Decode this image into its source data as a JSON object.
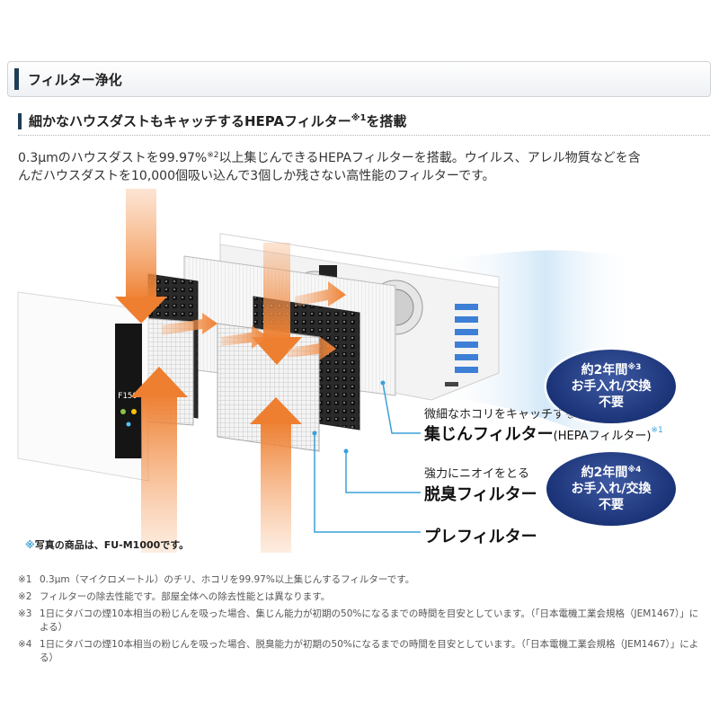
{
  "section": {
    "title": "フィルター浄化"
  },
  "heading": {
    "text": "細かなハウスダストもキャッチするHEPAフィルター",
    "sup": "※1",
    "suffix": "を搭載"
  },
  "intro": {
    "line1a": "0.3μmのハウスダストを99.97%",
    "line1sup": "※2",
    "line1b": "以上集じんできるHEPAフィルターを搭載。ウイルス、アレル物質などを含",
    "line2": "んだハウスダストを10,000個吸い込んで3個しか残さない高性能のフィルターです。"
  },
  "labels": {
    "hepa_small": "微細なホコリをキャッチする",
    "hepa_big": "集じんフィルター",
    "hepa_paren": "(HEPAフィルター)",
    "hepa_sup": "※1",
    "deo_small": "強力にニオイをとる",
    "deo_big": "脱臭フィルター",
    "pre_big": "プレフィルター"
  },
  "bubbles": [
    {
      "line1": "約2年間",
      "sup": "※3",
      "line2": "お手入れ/交換",
      "line3": "不要"
    },
    {
      "line1": "約2年間",
      "sup": "※4",
      "line2": "お手入れ/交換",
      "line3": "不要"
    }
  ],
  "photo_note": {
    "mark": "※",
    "text": "写真の商品は、FU-M1000です。"
  },
  "device": {
    "display": "F150"
  },
  "notes": [
    {
      "key": "※1",
      "text": "0.3μm（マイクロメートル）のチリ、ホコリを99.97%以上集じんするフィルターです。"
    },
    {
      "key": "※2",
      "text": "フィルターの除去性能です。部屋全体への除去性能とは異なります。"
    },
    {
      "key": "※3",
      "text": "1日にタバコの煙10本相当の粉じんを吸った場合、集じん能力が初期の50%になるまでの時間を目安としています。（「日本電機工業会規格（JEM1467）」による）"
    },
    {
      "key": "※4",
      "text": "1日にタバコの煙10本相当の粉じんを吸った場合、脱臭能力が初期の50%になるまでの時間を目安としています。（「日本電機工業会規格（JEM1467）」による）"
    }
  ],
  "colors": {
    "accent_blue": "#3aa0d8",
    "header_bar": "#1f3d55",
    "arrow_orange": "#f08a3c",
    "bubble_navy": "#1b3377"
  }
}
